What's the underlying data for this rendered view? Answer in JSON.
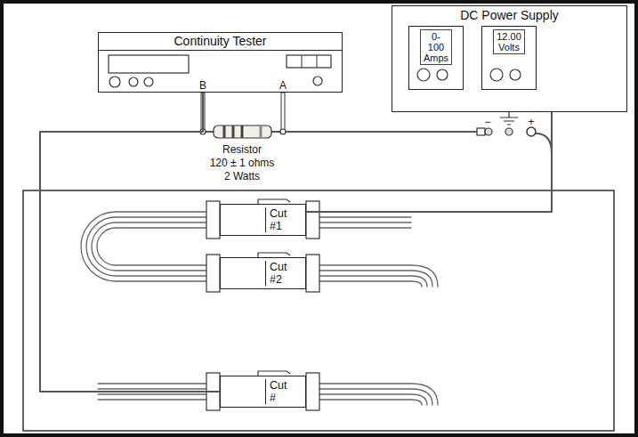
{
  "diagram": {
    "nodes": [
      {
        "text": [
          "Continuity Tester"
        ]
      },
      {
        "text": [
          "DC Power Supply"
        ]
      },
      {
        "text": [
          "0-100 Amps"
        ],
        "in": 1
      },
      {
        "text": [
          "12.00 Volts"
        ],
        "in": 1
      },
      {
        "text": [
          "Cut #1"
        ]
      },
      {
        "text": [
          "Cut #2"
        ]
      },
      {
        "text": [
          "Cut #"
        ]
      }
    ],
    "edges": [
      {
        "from": 1,
        "to": 4,
        "arrow": "none"
      },
      {
        "from": 0,
        "to": 6,
        "arrow": "none"
      }
    ],
    "labels": [
      "B",
      "A",
      "Resistor",
      "120 ± 1 ohms",
      "2 Watts",
      "−",
      "+"
    ]
  }
}
